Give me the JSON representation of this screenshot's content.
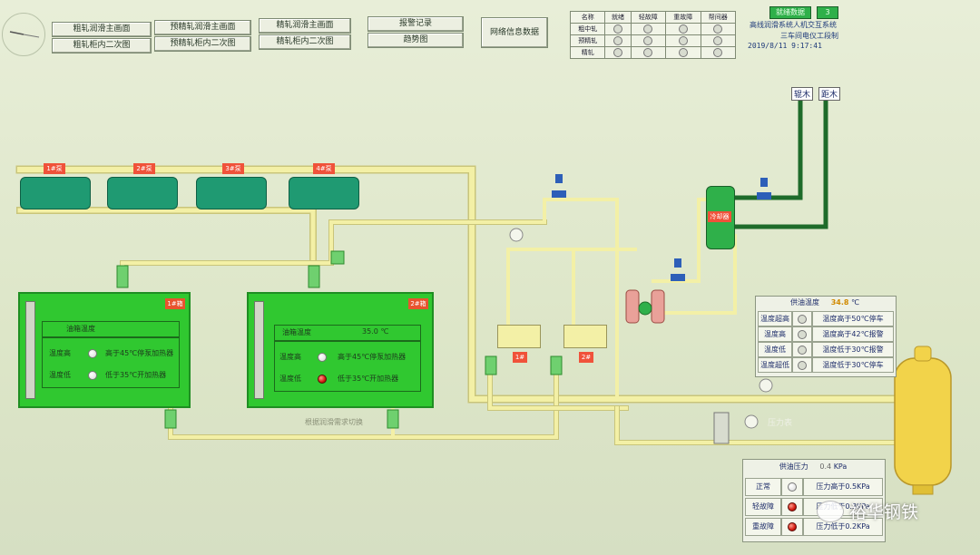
{
  "nav": {
    "buttons": [
      {
        "label": "粗轧润滑主画面"
      },
      {
        "label": "预精轧润滑主画面"
      },
      {
        "label": "精轧润滑主画面"
      },
      {
        "label": "报警记录"
      },
      {
        "label": "粗轧柜内二次图"
      },
      {
        "label": "预精轧柜内二次图"
      },
      {
        "label": "精轧柜内二次图"
      },
      {
        "label": "趋势图"
      },
      {
        "label": "网络信息数据"
      }
    ]
  },
  "status_table": {
    "headers": [
      "名称",
      "就绪",
      "轻故障",
      "重故障",
      "帮间器"
    ],
    "rows": [
      "粗中轧",
      "预精轧",
      "精轧"
    ]
  },
  "header": {
    "green_button": "就绪数据",
    "small_button": "3",
    "system_title": "高线润滑系统人机交互系统",
    "subtitle": "三车间电仪工段制",
    "datetime": "2019/8/11  9:17:41"
  },
  "labels": {
    "shed_a": "辊木",
    "shed_b": "距木"
  },
  "tanks": [
    {
      "tag": "1#箱",
      "setting": "油箱温度",
      "rows": [
        "温度高",
        "温度低"
      ],
      "notes": [
        "高于45℃停泵加热器",
        "低于35℃开加热器"
      ]
    },
    {
      "tag": "2#箱",
      "setting": "油箱温度",
      "value": "35.0 ℃",
      "rows": [
        "温度高",
        "温度低"
      ],
      "notes": [
        "高于45℃停泵加热器",
        "低于35℃开加热器"
      ]
    }
  ],
  "tank_bottom_caption": "根据润滑需求切换",
  "pumps": [
    {
      "tag": "1#泵"
    },
    {
      "tag": "2#泵"
    },
    {
      "tag": "3#泵"
    },
    {
      "tag": "4#泵"
    }
  ],
  "pump_small_tags": [
    "1#",
    "2#"
  ],
  "cooler_tag": "冷却器",
  "flow_label": "压力表",
  "temp_panel": {
    "title": "供油温度",
    "value": "34.8",
    "unit": "℃",
    "rows": [
      {
        "name": "温度超高",
        "desc": "温度高于50℃停车"
      },
      {
        "name": "温度高",
        "desc": "温度高于42℃报警"
      },
      {
        "name": "温度低",
        "desc": "温度低于30℃报警"
      },
      {
        "name": "温度超低",
        "desc": "温度低于30℃停车"
      }
    ]
  },
  "pressure_panel": {
    "title": "供油压力",
    "value": "0.4",
    "unit": "KPa",
    "rows": [
      {
        "name": "正常",
        "desc": "压力高于0.5KPa"
      },
      {
        "name": "轻故障",
        "desc": "压力低于0.3KPa"
      },
      {
        "name": "重故障",
        "desc": "压力低于0.2KPa"
      }
    ]
  },
  "watermark": "裕华钢铁",
  "colors": {
    "pipe_yellow": "#f3f0a6",
    "pipe_dark_green": "#1e6b2a",
    "tank_green": "#30c830",
    "alarm_red": "#d21a10",
    "accumulator": "#f2d34a"
  }
}
